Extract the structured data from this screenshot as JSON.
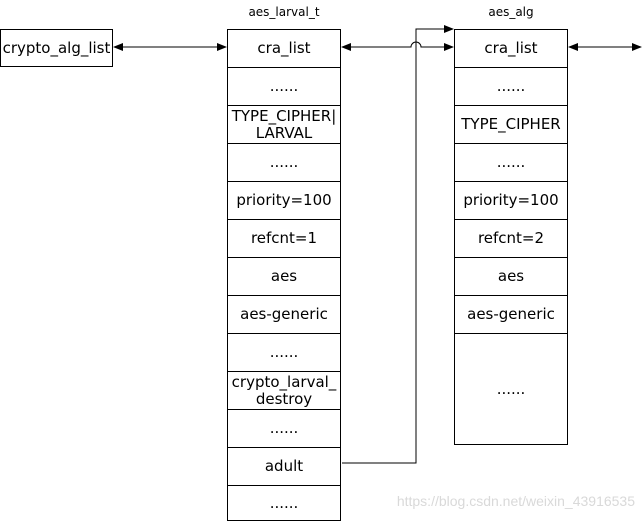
{
  "list_head": {
    "label": "crypto_alg_list"
  },
  "larval": {
    "title": "aes_larval_t",
    "cells": [
      "cra_list",
      "......",
      "TYPE_CIPHER|\nLARVAL",
      "......",
      "priority=100",
      "refcnt=1",
      "aes",
      "aes-generic",
      "......",
      "crypto_larval_\ndestroy",
      "......",
      "adult",
      "......"
    ]
  },
  "alg": {
    "title": "aes_alg",
    "cells": [
      "cra_list",
      "......",
      "TYPE_CIPHER",
      "......",
      "priority=100",
      "refcnt=2",
      "aes",
      "aes-generic",
      "......"
    ]
  },
  "watermark": "https://blog.csdn.net/weixin_43916535"
}
